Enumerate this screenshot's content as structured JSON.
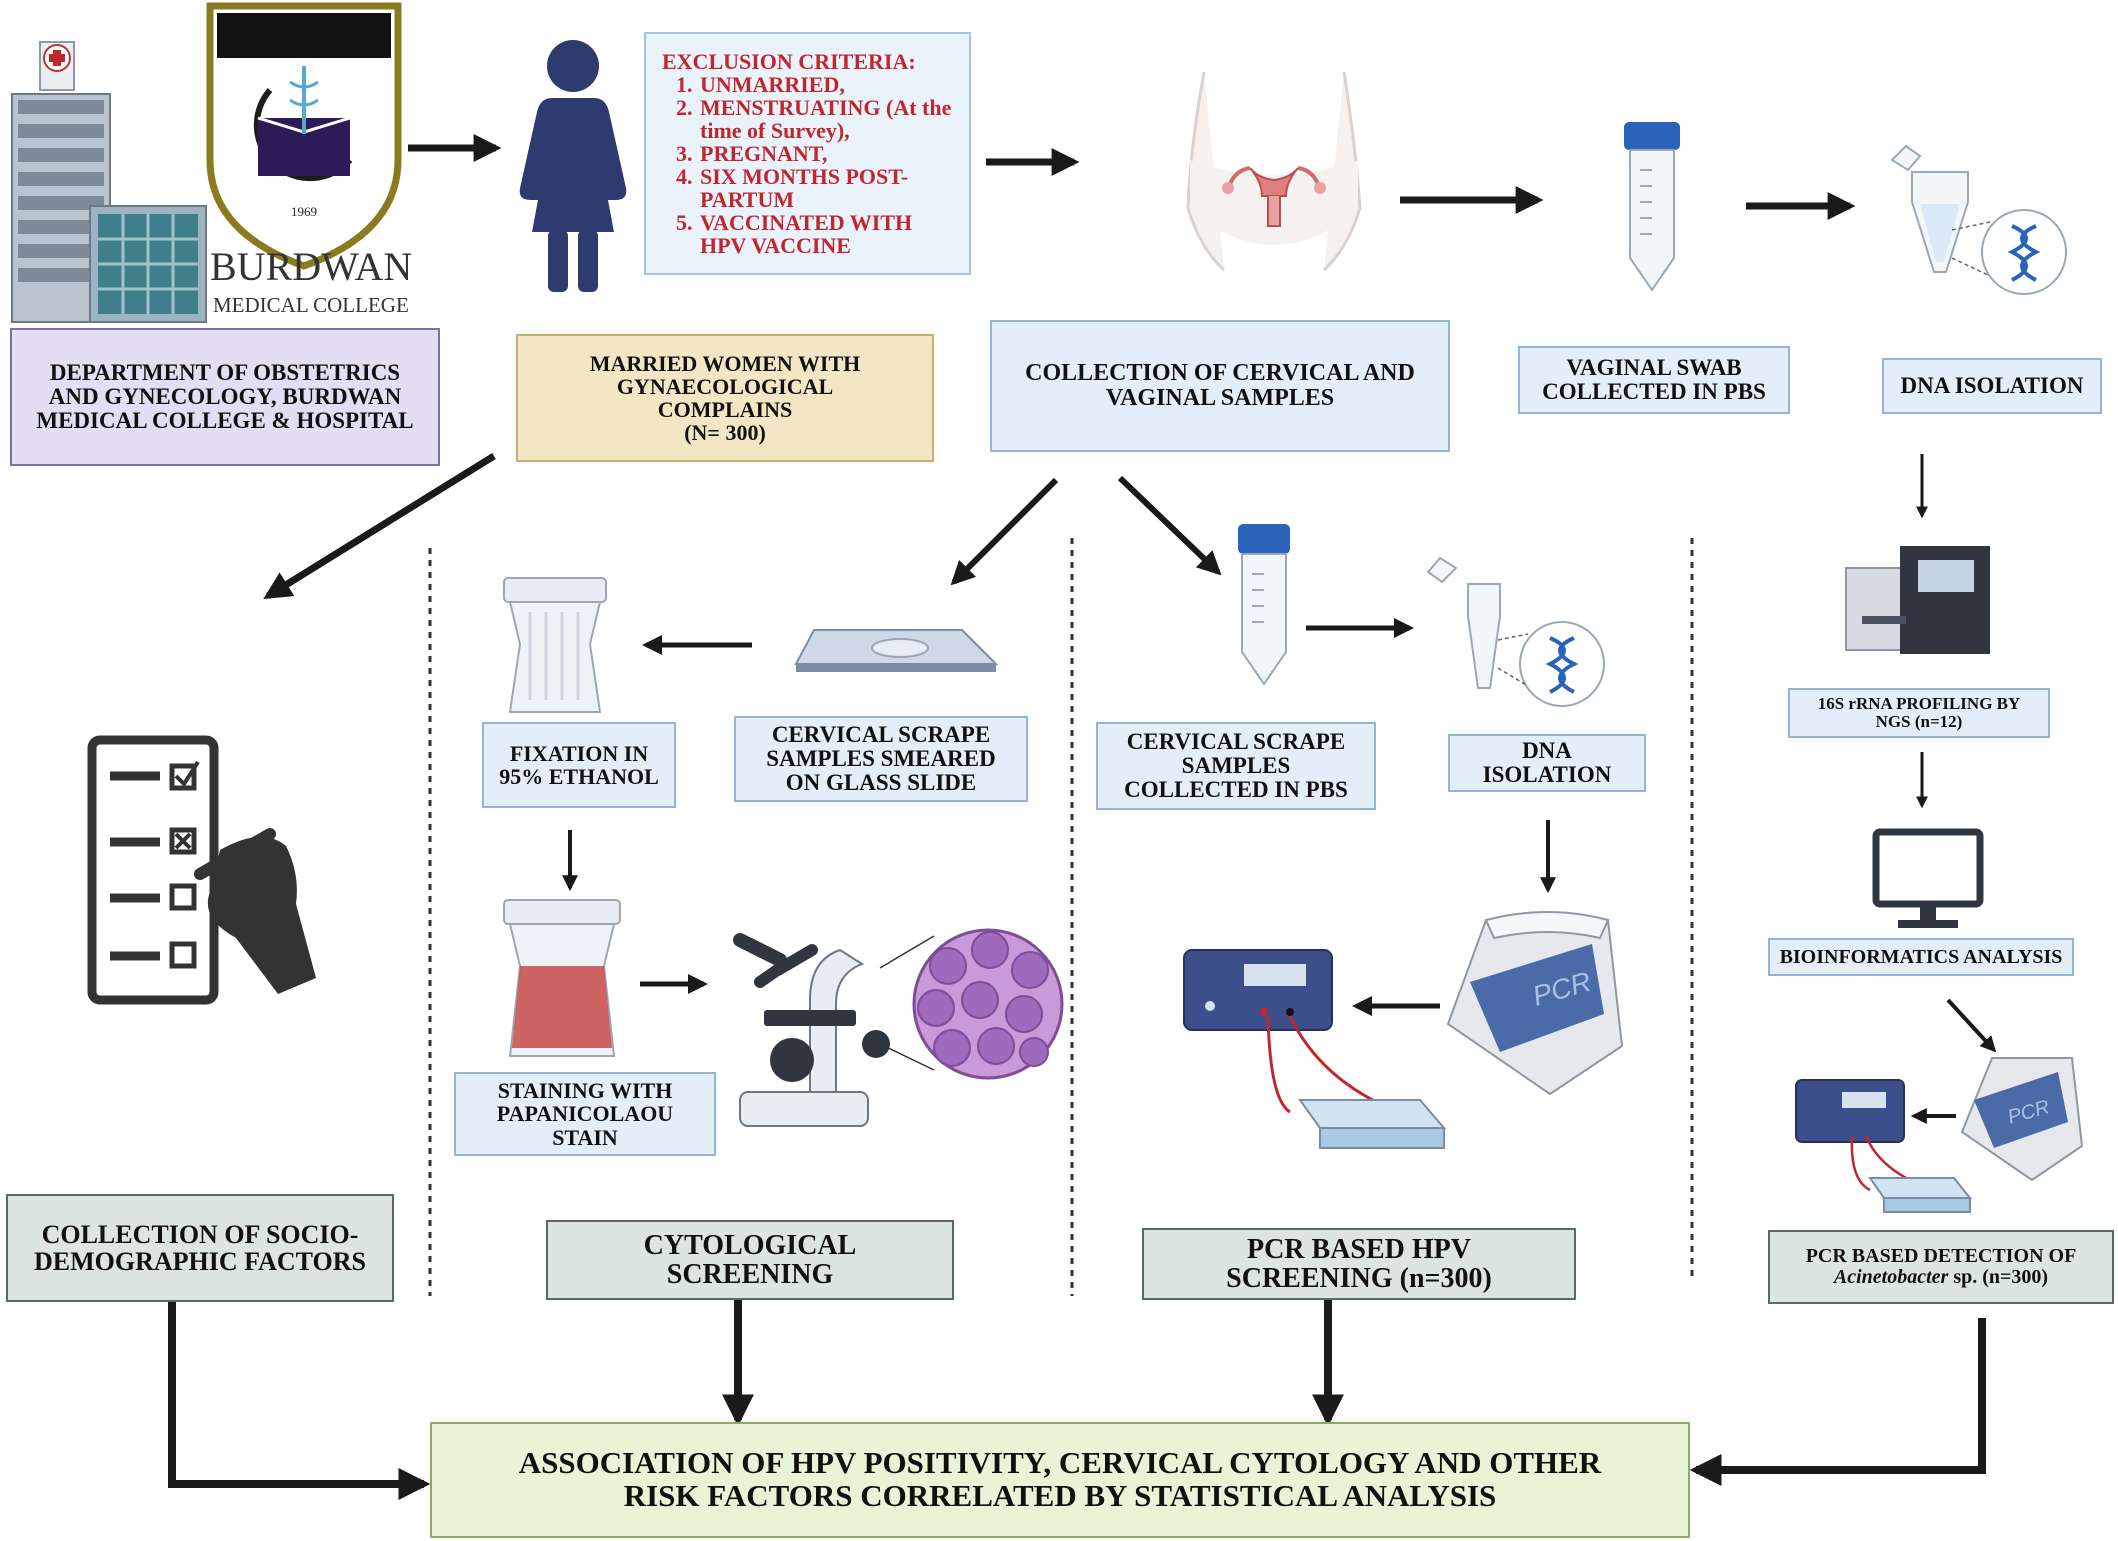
{
  "logo": {
    "college_name_line1": "BURDWAN",
    "college_name_line2": "MEDICAL COLLEGE",
    "year": "1969"
  },
  "exclusion": {
    "title": "EXCLUSION CRITERIA:",
    "items": [
      "UNMARRIED,",
      "MENSTRUATING (At the time of Survey),",
      "PREGNANT,",
      "SIX MONTHS POST-PARTUM",
      "VACCINATED WITH HPV VACCINE"
    ]
  },
  "boxes": {
    "department": "DEPARTMENT OF OBSTETRICS\nAND GYNECOLOGY, BURDWAN\nMEDICAL COLLEGE & HOSPITAL",
    "married_women": "MARRIED WOMEN WITH\nGYNAECOLOGICAL\nCOMPLAINS\n(N= 300)",
    "collection_samples": "COLLECTION OF CERVICAL AND\nVAGINAL  SAMPLES",
    "vaginal_swab": "VAGINAL SWAB\nCOLLECTED IN PBS",
    "dna_isolation_top": "DNA ISOLATION",
    "profiling_16s": "16S rRNA PROFILING BY\nNGS (n=12)",
    "bioinformatics": "BIOINFORMATICS ANALYSIS",
    "pcr_acinetobacter_line1": "PCR BASED DETECTION OF",
    "pcr_acinetobacter_italic": "Acinetobacter",
    "pcr_acinetobacter_rest": " sp. (n=300)",
    "fixation": "FIXATION IN\n95% ETHANOL",
    "cervical_smear": "CERVICAL SCRAPE\nSAMPLES SMEARED\nON GLASS SLIDE",
    "staining": "STAINING WITH\nPAPANICOLAOU\nSTAIN",
    "cervical_pbs": "CERVICAL SCRAPE\nSAMPLES\nCOLLECTED IN PBS",
    "dna_isolation_mid": "DNA\nISOLATION",
    "socio": "COLLECTION OF SOCIO-\nDEMOGRAPHIC FACTORS",
    "cytological": "CYTOLOGICAL\nSCREENING",
    "pcr_hpv": "PCR BASED HPV\nSCREENING (n=300)",
    "association": "ASSOCIATION OF HPV POSITIVITY, CERVICAL CYTOLOGY AND OTHER\nRISK FACTORS CORRELATED BY STATISTICAL ANALYSIS"
  },
  "device_labels": {
    "pcr_big": "PCR",
    "pcr_small": "PCR"
  },
  "colors": {
    "arrow": "#1a1a1a",
    "tube_cap": "#2a63b8",
    "figure": "#2e3b6e",
    "stain": "#c94a4a",
    "cells": "#a06bbd"
  }
}
